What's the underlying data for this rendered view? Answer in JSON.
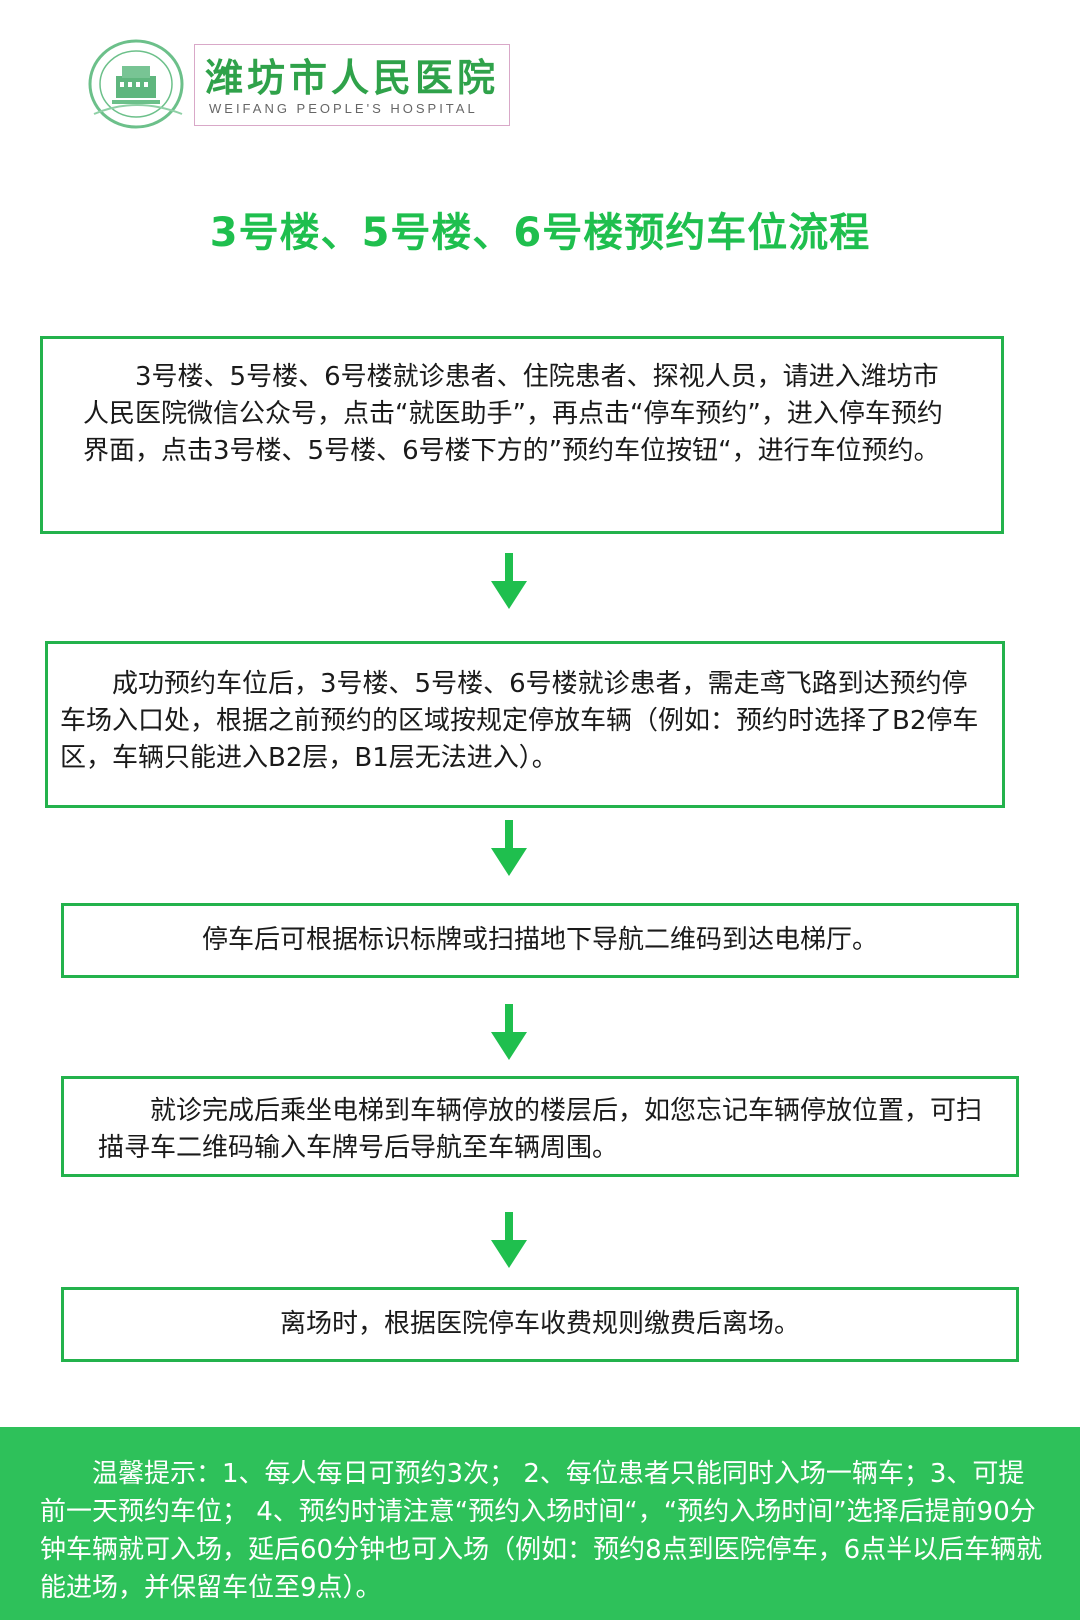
{
  "logo": {
    "name_cn": "潍坊市人民医院",
    "name_en": "WEIFANG PEOPLE'S HOSPITAL",
    "brand_color": "#2fa24a"
  },
  "title": "3号楼、5号楼、6号楼预约车位流程",
  "steps": [
    {
      "text": "3号楼、5号楼、6号楼就诊患者、住院患者、探视人员，请进入潍坊市人民医院微信公众号，点击“就医助手”，再点击“停车预约”，进入停车预约界面，点击3号楼、5号楼、6号楼下方的”预约车位按钮“，进行车位预约。"
    },
    {
      "text": "成功预约车位后，3号楼、5号楼、6号楼就诊患者，需走鸢飞路到达预约停车场入口处，根据之前预约的区域按规定停放车辆（例如：预约时选择了B2停车区，车辆只能进入B2层，B1层无法进入）。"
    },
    {
      "text": "停车后可根据标识标牌或扫描地下导航二维码到达电梯厅。"
    },
    {
      "text": "就诊完成后乘坐电梯到车辆停放的楼层后，如您忘记车辆停放位置，可扫描寻车二维码输入车牌号后导航至车辆周围。"
    },
    {
      "text": "离场时，根据医院停车收费规则缴费后离场。"
    }
  ],
  "arrows": {
    "color": "#1fbf4e",
    "icon": "arrow-down-icon"
  },
  "footer": {
    "text": "温馨提示：1、每人每日可预约3次；   2、每位患者只能同时入场一辆车；3、可提前一天预约车位；  4、预约时请注意“预约入场时间“，“预约入场时间”选择后提前90分钟车辆就可入场，延后60分钟也可入场（例如：预约8点到医院停车，6点半以后车辆就能进场，并保留车位至9点）。",
    "background": "#2ec15a"
  }
}
